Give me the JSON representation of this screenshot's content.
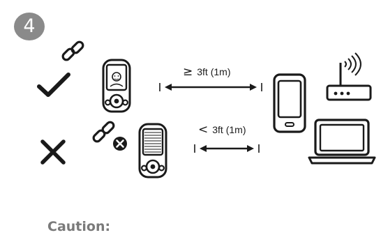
{
  "step": {
    "number": "4"
  },
  "rows": [
    {
      "status": "paired",
      "symbol": "≥",
      "distance": "3ft (1m)"
    },
    {
      "status": "unpaired",
      "symbol": "<",
      "distance": "3ft (1m)"
    }
  ],
  "footer": {
    "caution_label": "Caution:"
  },
  "icons": {
    "success": "check-icon",
    "failure": "cross-icon",
    "linked": "link-icon",
    "unlinked": "link-broken-icon",
    "devices": [
      "tracker-device-icon",
      "smartphone-icon",
      "wifi-router-icon",
      "laptop-icon"
    ]
  },
  "colors": {
    "badge": "#8a8a8a",
    "ink": "#1a1a1a",
    "caution": "#7a7a7a"
  }
}
